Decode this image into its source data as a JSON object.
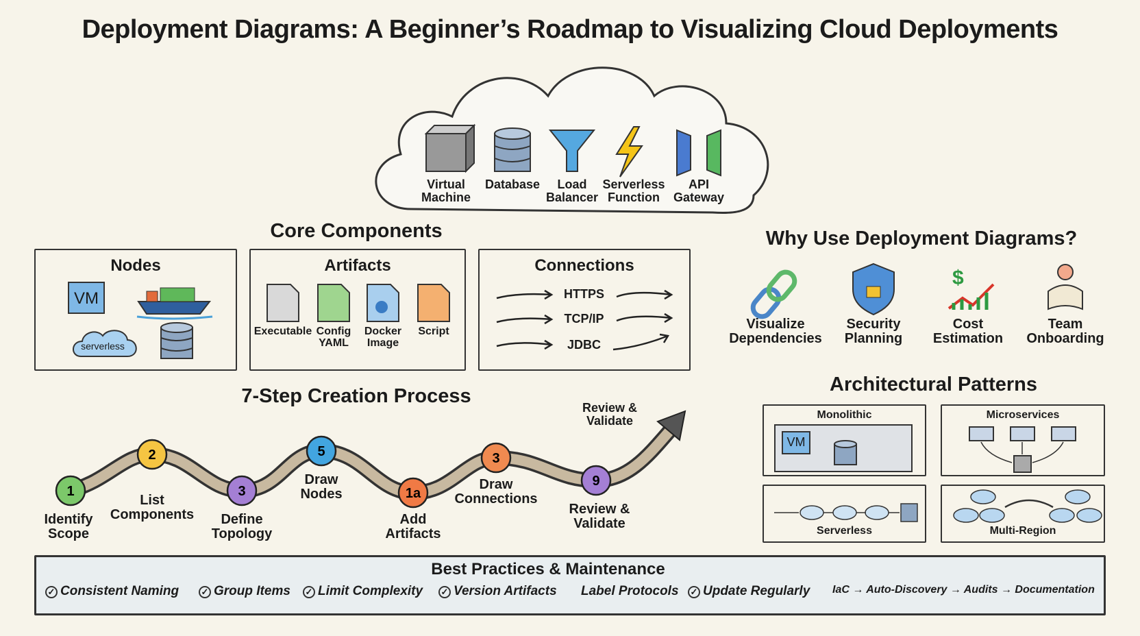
{
  "title": "Deployment Diagrams: A Beginner’s Roadmap to Visualizing Cloud Deployments",
  "cloud": {
    "items": [
      {
        "icon": "server-cube-icon",
        "line1": "Virtual",
        "line2": "Machine"
      },
      {
        "icon": "database-icon",
        "line1": "Database",
        "line2": ""
      },
      {
        "icon": "funnel-icon",
        "line1": "Load",
        "line2": "Balancer"
      },
      {
        "icon": "lightning-icon",
        "line1": "Serverless",
        "line2": "Function"
      },
      {
        "icon": "gateway-icon",
        "line1": "API",
        "line2": "Gateway"
      }
    ]
  },
  "core": {
    "heading": "Core Components",
    "nodes": {
      "title": "Nodes",
      "vm": "VM",
      "serverless": "serverless"
    },
    "artifacts": {
      "title": "Artifacts",
      "items": [
        {
          "line1": "Executable",
          "line2": "",
          "color": "#d9d9d9"
        },
        {
          "line1": "Config",
          "line2": "YAML",
          "color": "#9fd58f"
        },
        {
          "line1": "Docker",
          "line2": "Image",
          "color": "#a9cfee"
        },
        {
          "line1": "Script",
          "line2": "",
          "color": "#f4b070"
        }
      ]
    },
    "connections": {
      "title": "Connections",
      "items": [
        "HTTPS",
        "TCP/IP",
        "JDBC"
      ]
    }
  },
  "why": {
    "heading": "Why Use Deployment Diagrams?",
    "items": [
      {
        "icon": "chain-link-icon",
        "line1": "Visualize",
        "line2": "Dependencies"
      },
      {
        "icon": "shield-lock-icon",
        "line1": "Security",
        "line2": "Planning"
      },
      {
        "icon": "dollar-chart-icon",
        "line1": "Cost",
        "line2": "Estimation"
      },
      {
        "icon": "person-reading-icon",
        "line1": "Team",
        "line2": "Onboarding"
      }
    ]
  },
  "process": {
    "heading": "7-Step Creation Process",
    "top_label": {
      "line1": "Review &",
      "line2": "Validate"
    },
    "steps": [
      {
        "num": "1",
        "line1": "Identify",
        "line2": "Scope",
        "color": "#7cc86a"
      },
      {
        "num": "2",
        "line1": "List",
        "line2": "Components",
        "color": "#f5c542"
      },
      {
        "num": "3",
        "line1": "Define",
        "line2": "Topology",
        "color": "#a47fd4"
      },
      {
        "num": "5",
        "line1": "Draw",
        "line2": "Nodes",
        "color": "#42a5e0"
      },
      {
        "num": "1a",
        "line1": "Add",
        "line2": "Artifacts",
        "color": "#f07a45"
      },
      {
        "num": "3",
        "line1": "Draw",
        "line2": "Connections",
        "color": "#f08a50"
      },
      {
        "num": "9",
        "line1": "Review &",
        "line2": "Validate",
        "color": "#a47fd4"
      }
    ]
  },
  "patterns": {
    "heading": "Architectural Patterns",
    "items": [
      "Monolithic",
      "Microservices",
      "Serverless",
      "Multi-Region"
    ],
    "vm": "VM"
  },
  "best": {
    "heading": "Best Practices & Maintenance",
    "items": [
      {
        "label": "Consistent Naming",
        "check": true
      },
      {
        "label": "Group Items",
        "check": true
      },
      {
        "label": "Limit Complexity",
        "check": true
      },
      {
        "label": "Version Artifacts",
        "check": true
      },
      {
        "label": "Label Protocols",
        "check": false
      },
      {
        "label": "Update Regularly",
        "check": true
      }
    ],
    "cycle": "IaC → Auto-Discovery → Audits → Documentation"
  }
}
